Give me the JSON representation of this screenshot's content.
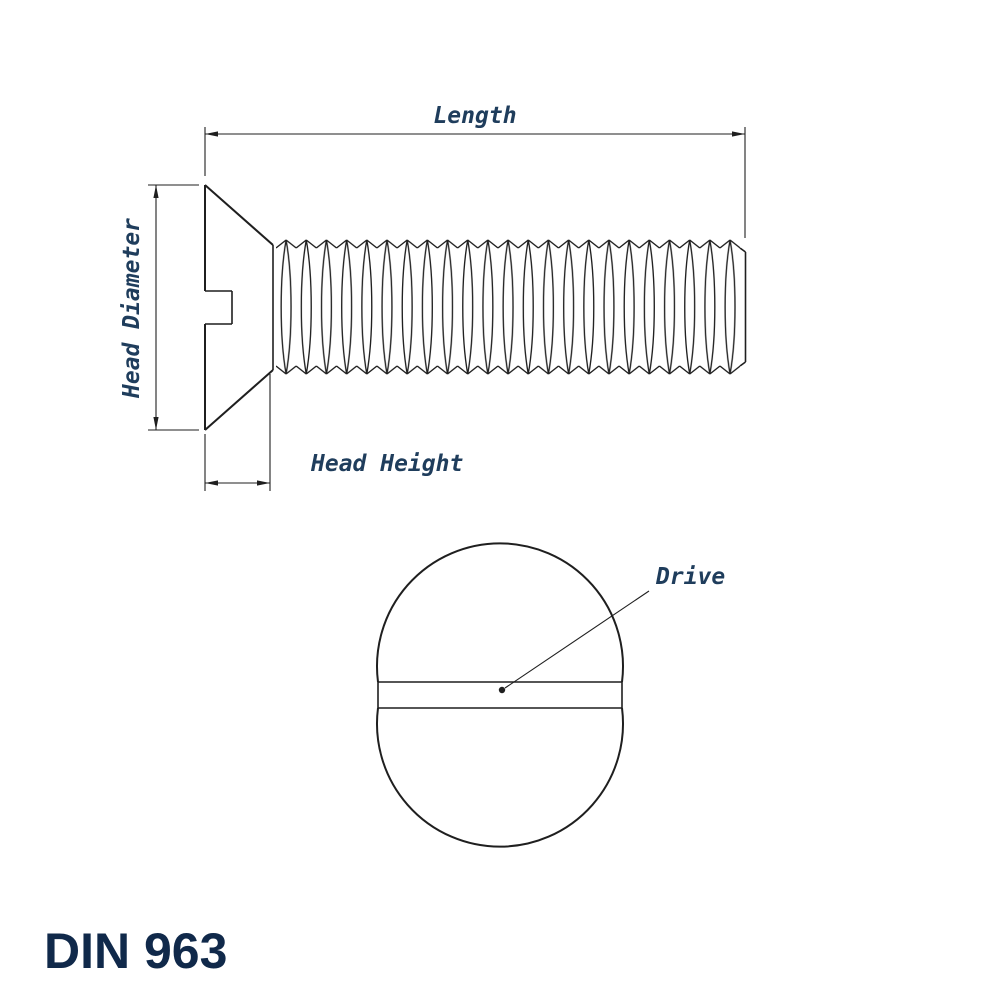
{
  "title": "DIN 963",
  "labels": {
    "length": "Length",
    "head_diameter": "Head Diameter",
    "head_height": "Head Height",
    "drive": "Drive"
  },
  "colors": {
    "line": "#1f1f1f",
    "label": "#1f3d5c",
    "title": "#10294a"
  }
}
